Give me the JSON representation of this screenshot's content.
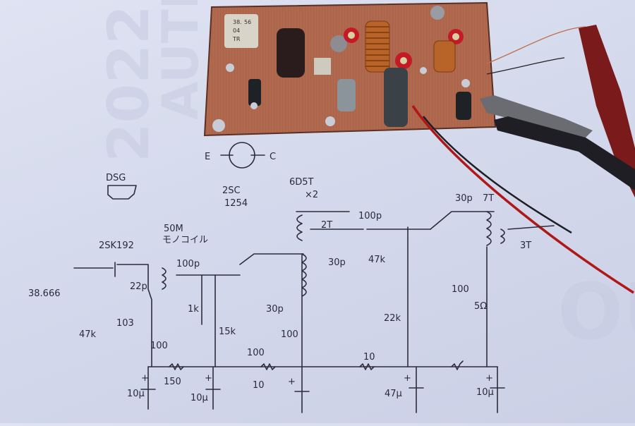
{
  "photo": {
    "subject": "Hand-built RF transmitter circuit board on copper PCB, above a hand-drawn schematic on paper",
    "colors": {
      "paper": "#d6dbee",
      "pcb_copper": "#b0684e",
      "ink": "#2e2c3c",
      "red_wire": "#b01818",
      "clip_red": "#7a1a1a",
      "clip_black": "#1e1e24"
    }
  },
  "pcb": {
    "crystal_marking": [
      "38.",
      "56",
      "04",
      "TR"
    ]
  },
  "schematic": {
    "pinout": {
      "fet_pins_label": "DSG",
      "transistor_pin_e": "E",
      "transistor_pin_c": "C"
    },
    "parts": {
      "fet": "2SK192",
      "coil1_line1": "50M",
      "coil1_line2": "モノコイル",
      "transistor": "2SC",
      "transistor_num": "1254",
      "output_transistor": "6D5T",
      "output_qty": "×2",
      "crystal": "38.666",
      "r_gate": "47k",
      "c_tank1": "22p",
      "c_bypass1": "103",
      "r_drain": "100",
      "c_couple1": "100p",
      "r_base1a": "1k",
      "r_base1b": "15k",
      "r_emit1": "100",
      "c_trim1": "30p",
      "r_coll1": "100",
      "coil2_tap": "2T",
      "c_couple2": "100p",
      "c_trim2": "30p",
      "r_base2a": "47k",
      "r_base2b": "22k",
      "r_emit2": "100",
      "c_trim3": "30p",
      "coil3": "7T",
      "coil3_tap": "3T",
      "r_coll3": "5Ω",
      "r_supply1": "150",
      "r_supply2": "10",
      "r_supply3": "10",
      "c_elec1": "10μ",
      "c_elec2": "10μ",
      "c_elec3": "47μ",
      "c_elec4": "10μ",
      "plus": "+"
    }
  }
}
